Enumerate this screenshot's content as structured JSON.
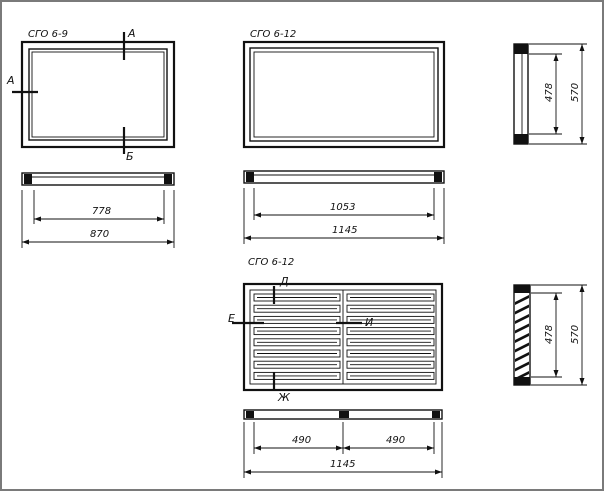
{
  "views": {
    "top_left": {
      "title": "СГО 6-9",
      "cut_a": "А",
      "cut_b": "Б"
    },
    "top_middle": {
      "title": "СГО 6-12"
    },
    "lower": {
      "title": "СГО 6-12",
      "cut_d": "Д",
      "cut_e": "Е",
      "cut_i": "И",
      "cut_zh": "Ж"
    }
  },
  "dimensions": {
    "left_inner": "778",
    "left_outer": "870",
    "middle_inner": "1053",
    "middle_outer": "1145",
    "side_top_inner": "478",
    "side_top_outer": "570",
    "side_bottom_inner": "478",
    "side_bottom_outer": "570",
    "lower_left": "490",
    "lower_right": "490",
    "lower_total": "1145"
  }
}
